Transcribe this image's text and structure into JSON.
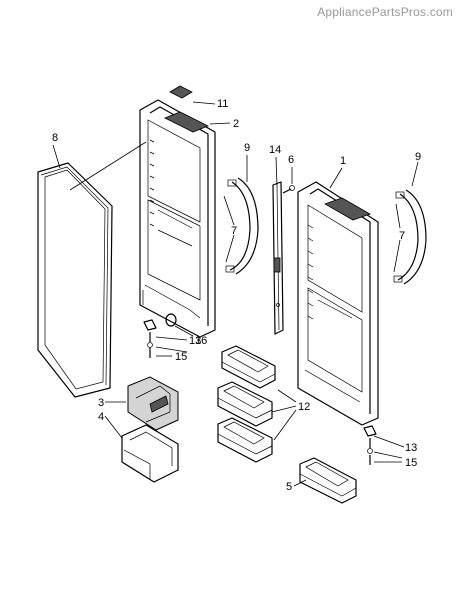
{
  "watermark": "AppliancePartsPros.com",
  "callouts": {
    "c1": "1",
    "c2": "2",
    "c3": "3",
    "c4": "4",
    "c5": "5",
    "c6": "6",
    "c7a": "7",
    "c7b": "7",
    "c8": "8",
    "c9a": "9",
    "c9b": "9",
    "c11": "11",
    "c12": "12",
    "c13a": "13",
    "c13b": "13",
    "c14": "14",
    "c15a": "15",
    "c15b": "15",
    "c16": "16"
  }
}
